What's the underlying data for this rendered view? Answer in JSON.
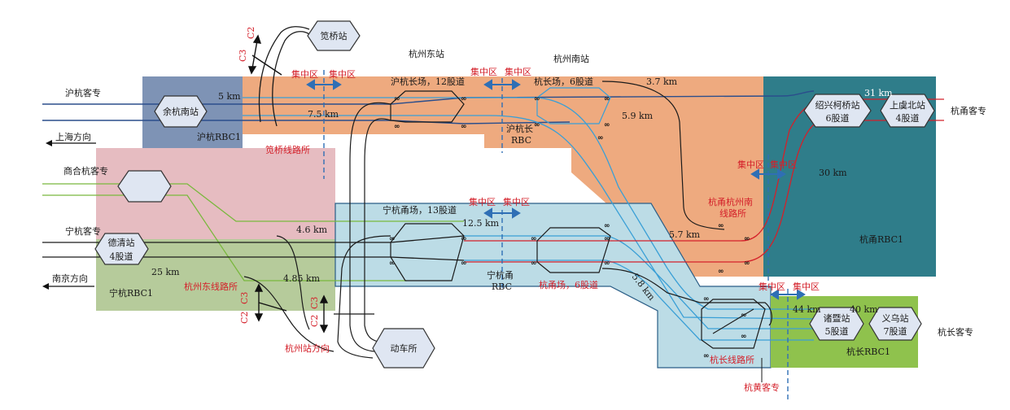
{
  "zones": {
    "yuhang": "沪杭RBC1",
    "ningyong": "杭甬RBC1",
    "ningyong_mid": "宁杭甬",
    "ningyong_rbc": "RBC",
    "ninghang": "宁杭RBC1",
    "hanchang": "杭长RBC1",
    "huhang_mid": "沪杭长",
    "huhang_rbc": "RBC"
  },
  "stations": {
    "jianqiao": "笕桥站",
    "yuhangnan": "余杭南站",
    "deqing": "德清站",
    "deqing_tracks": "4股道",
    "shaoxing": "绍兴柯桥站",
    "shaoxing_tracks": "6股道",
    "shangyu": "上虞北站",
    "shangyu_tracks": "4股道",
    "zhuji": "诸暨站",
    "zhuji_tracks": "5股道",
    "yiwu": "义乌站",
    "yiwu_tracks": "7股道",
    "dongche": "动车所"
  },
  "labels": {
    "hangzhou_east": "杭州东站",
    "hangzhou_south": "杭州南站",
    "huhang_field": "沪杭长场，12股道",
    "hangchang_field": "杭长场，6股道",
    "ninghangyong_field": "宁杭甬场，13股道",
    "hangyong_field": "杭甬场，6股道",
    "jianqiao_line": "笕桥线路所",
    "hangzhoudong_line": "杭州东线路所",
    "hangyong_south_line_1": "杭甬杭州南",
    "hangyong_south_line_2": "线路所",
    "hangchang_line": "杭长线路所",
    "hangzhou_dir": "杭州站方向",
    "hanghuang": "杭黄客专",
    "jizhong": "集中区"
  },
  "lines": {
    "huhang": "沪杭客专",
    "shanghai": "上海方向",
    "shanghe": "商合杭客专",
    "ninghang": "宁杭客专",
    "nanjing": "南京方向",
    "hangyong": "杭甬客专",
    "hangchang": "杭长客专"
  },
  "distances": {
    "d5": "5 km",
    "d75": "7.5 km",
    "d37": "3.7 km",
    "d59": "5.9 km",
    "d31": "31 km",
    "d30": "30 km",
    "d46": "4.6 km",
    "d125": "12.5 km",
    "d57": "5.7 km",
    "d25": "25 km",
    "d485": "4.85 km",
    "d58": "5.8 km",
    "d44": "44 km",
    "d40": "40 km"
  },
  "signals": {
    "c2": "C2",
    "c3": "C3",
    "oo": "∞"
  },
  "colors": {
    "orange": "#eeaa7f",
    "teal": "#2f7d8a",
    "slate": "#7e93b5",
    "pink": "#e6bcc1",
    "sage": "#b6cb9b",
    "lightblue": "#bcdce6",
    "green": "#8fc24d",
    "red": "#d4202a",
    "blue_line": "#2b4e8c",
    "cyan_line": "#3a9fd6",
    "green_line": "#79b83d",
    "hex_fill": "#dfe6f2"
  }
}
